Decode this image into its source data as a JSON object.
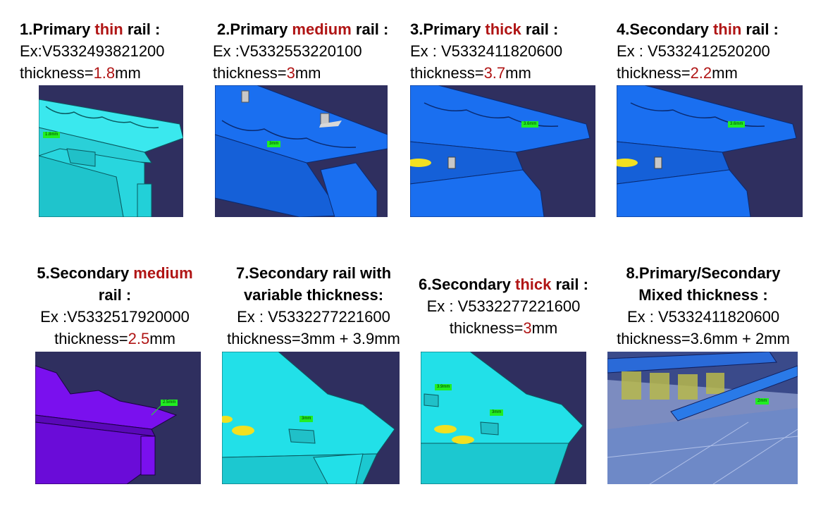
{
  "panels": [
    {
      "num": "1.",
      "pre": "Primary ",
      "hl": "thin",
      "post": " rail :",
      "ex": "Ex:V5332493821200",
      "thk_pre": "thickness=",
      "thk_hl": "1.8",
      "thk_post": "mm",
      "tag": "1.8mm"
    },
    {
      "num": "2.",
      "pre": "Primary ",
      "hl": "medium",
      "post": " rail :",
      "ex": "Ex :V5332553220100",
      "thk_pre": "thickness=",
      "thk_hl": "3",
      "thk_post": "mm",
      "tag": "3mm"
    },
    {
      "num": "3.",
      "pre": "Primary ",
      "hl": "thick",
      "post": " rail :",
      "ex": "Ex : V5332411820600",
      "thk_pre": "thickness=",
      "thk_hl": "3.7",
      "thk_post": "mm",
      "tag": "3.6mm"
    },
    {
      "num": "4.",
      "pre": "Secondary ",
      "hl": "thin",
      "post": " rail :",
      "ex": "Ex : V5332412520200",
      "thk_pre": "thickness=",
      "thk_hl": "2.2",
      "thk_post": "mm",
      "tag": "3.6mm"
    },
    {
      "num": "5.",
      "pre": "Secondary ",
      "hl": "medium",
      "line2": "rail :",
      "ex": "Ex :V5332517920000",
      "thk_pre": "thickness=",
      "thk_hl": "2.5",
      "thk_post": "mm",
      "tag": "2.5mm"
    },
    {
      "line1": "7.Secondary rail with",
      "line2": "variable thickness:",
      "ex": "Ex : V5332277221600",
      "thk": "thickness=3mm + 3.9mm",
      "tag": "3mm"
    },
    {
      "num": "6.",
      "pre": "Secondary ",
      "hl": "thick",
      "post": " rail :",
      "ex": "Ex : V5332277221600",
      "thk_pre": "thickness=",
      "thk_hl": "3",
      "thk_post": "mm",
      "tag1": "3.9mm",
      "tag2": "3mm"
    },
    {
      "line1": "8.Primary/Secondary",
      "line2": "Mixed thickness :",
      "ex": "Ex : V5332411820600",
      "thk": "thickness=3.6mm + 2mm",
      "tag": "2mm"
    }
  ],
  "colors": {
    "highlight": "#b01515",
    "background": "#2f2f5f",
    "cyan": "#22e0e8",
    "blue": "#1a6ff0",
    "purple": "#7a10ee",
    "tag": "#22ee22"
  }
}
